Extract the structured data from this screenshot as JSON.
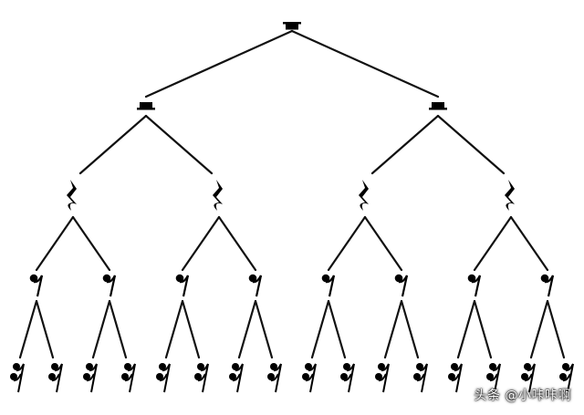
{
  "diagram": {
    "kind": "rest-value-division-tree",
    "levels": [
      {
        "rest": "whole-rest",
        "count": 1
      },
      {
        "rest": "half-rest",
        "count": 2
      },
      {
        "rest": "quarter-rest",
        "count": 4
      },
      {
        "rest": "eighth-rest",
        "count": 8
      },
      {
        "rest": "sixteenth-rest",
        "count": 16
      }
    ],
    "edge_color": "#111111",
    "symbol_color": "#000000"
  },
  "watermark": {
    "text": "头条 @小咔咔啊"
  }
}
